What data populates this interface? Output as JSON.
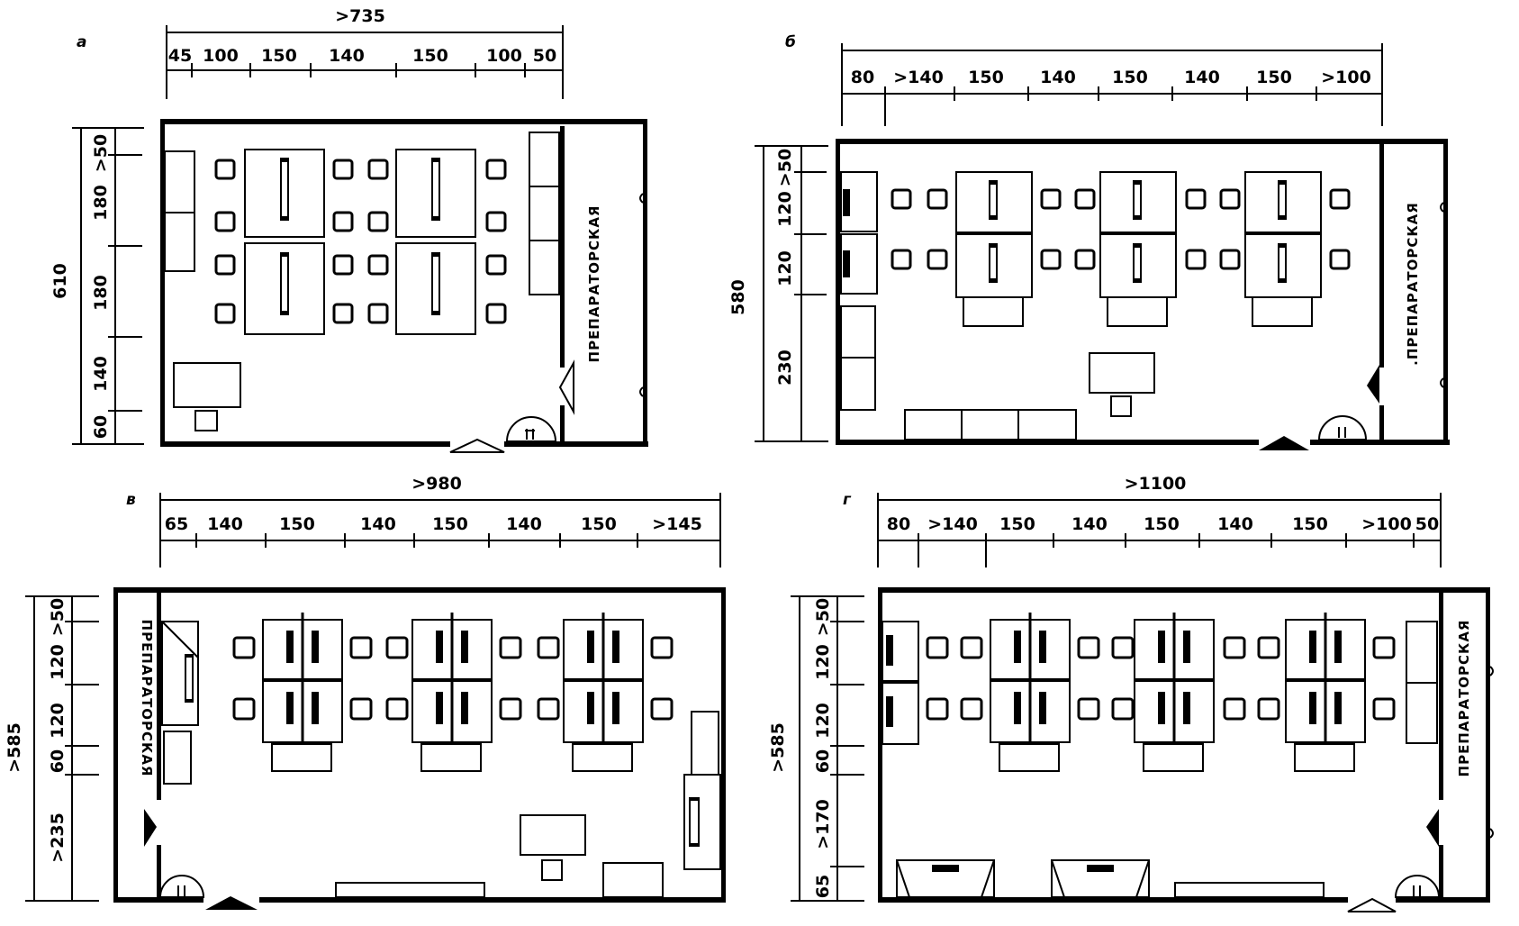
{
  "plans": [
    {
      "letter": "а",
      "total_width": ">735",
      "top_dims": [
        "45",
        "100",
        "150",
        "140",
        "150",
        "100",
        "50"
      ],
      "total_height": "610",
      "side_dims": [
        ">50",
        "180",
        "180",
        "140",
        "60"
      ],
      "room_label": "ПРЕПАРАТОРСКАЯ"
    },
    {
      "letter": "б",
      "total_width": "",
      "top_dims": [
        "80",
        ">140",
        "150",
        "140",
        "150",
        "140",
        "150",
        ">100"
      ],
      "total_height": "580",
      "side_dims": [
        ">50",
        "120",
        "120",
        "230"
      ],
      "room_label": ".ПРЕПАРАТОРСКАЯ"
    },
    {
      "letter": "в",
      "total_width": ">980",
      "top_dims": [
        "65",
        "140",
        "150",
        "140",
        "150",
        "140",
        "150",
        ">145"
      ],
      "total_height": ">585",
      "side_dims": [
        ">50",
        "120",
        "120",
        "60",
        ">235"
      ],
      "room_label": "ПРЕПАРАТОРСКАЯ"
    },
    {
      "letter": "г",
      "total_width": ">1100",
      "top_dims": [
        "80",
        ">140",
        "150",
        "140",
        "150",
        "140",
        "150",
        ">100",
        "50"
      ],
      "total_height": ">585",
      "side_dims": [
        ">50",
        "120",
        "120",
        "60",
        ">170",
        "65"
      ],
      "room_label": "ПРЕПАРАТОРСКАЯ"
    }
  ],
  "icons": {
    "door": "door-swing-icon",
    "sink": "sink-icon",
    "entry": "entry-triangle-icon"
  }
}
